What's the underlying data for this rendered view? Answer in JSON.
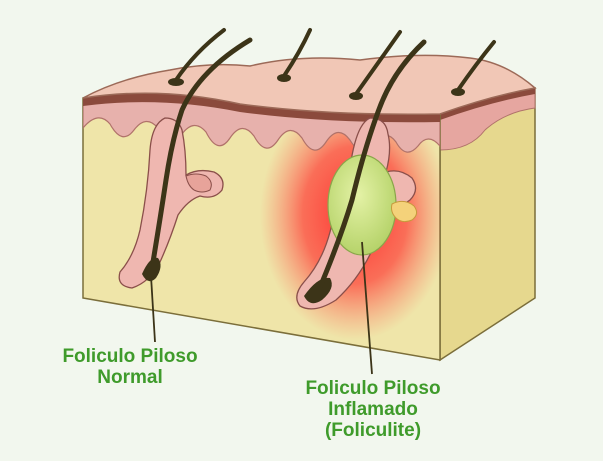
{
  "labels": {
    "normal": {
      "line1": "Foliculo Piloso",
      "line2": "Normal"
    },
    "inflamed": {
      "line1": "Foliculo Piloso",
      "line2": "Inflamado",
      "line3": "(Foliculite)"
    }
  },
  "colors": {
    "background": "#f2f7ee",
    "dermis": "#efe5a9",
    "epidermis": "#e7a9a6",
    "hair": "#3c3418",
    "inflammation": "#ff2a2a",
    "pustule": "#c7e07e",
    "label_text": "#3f9b2b"
  }
}
